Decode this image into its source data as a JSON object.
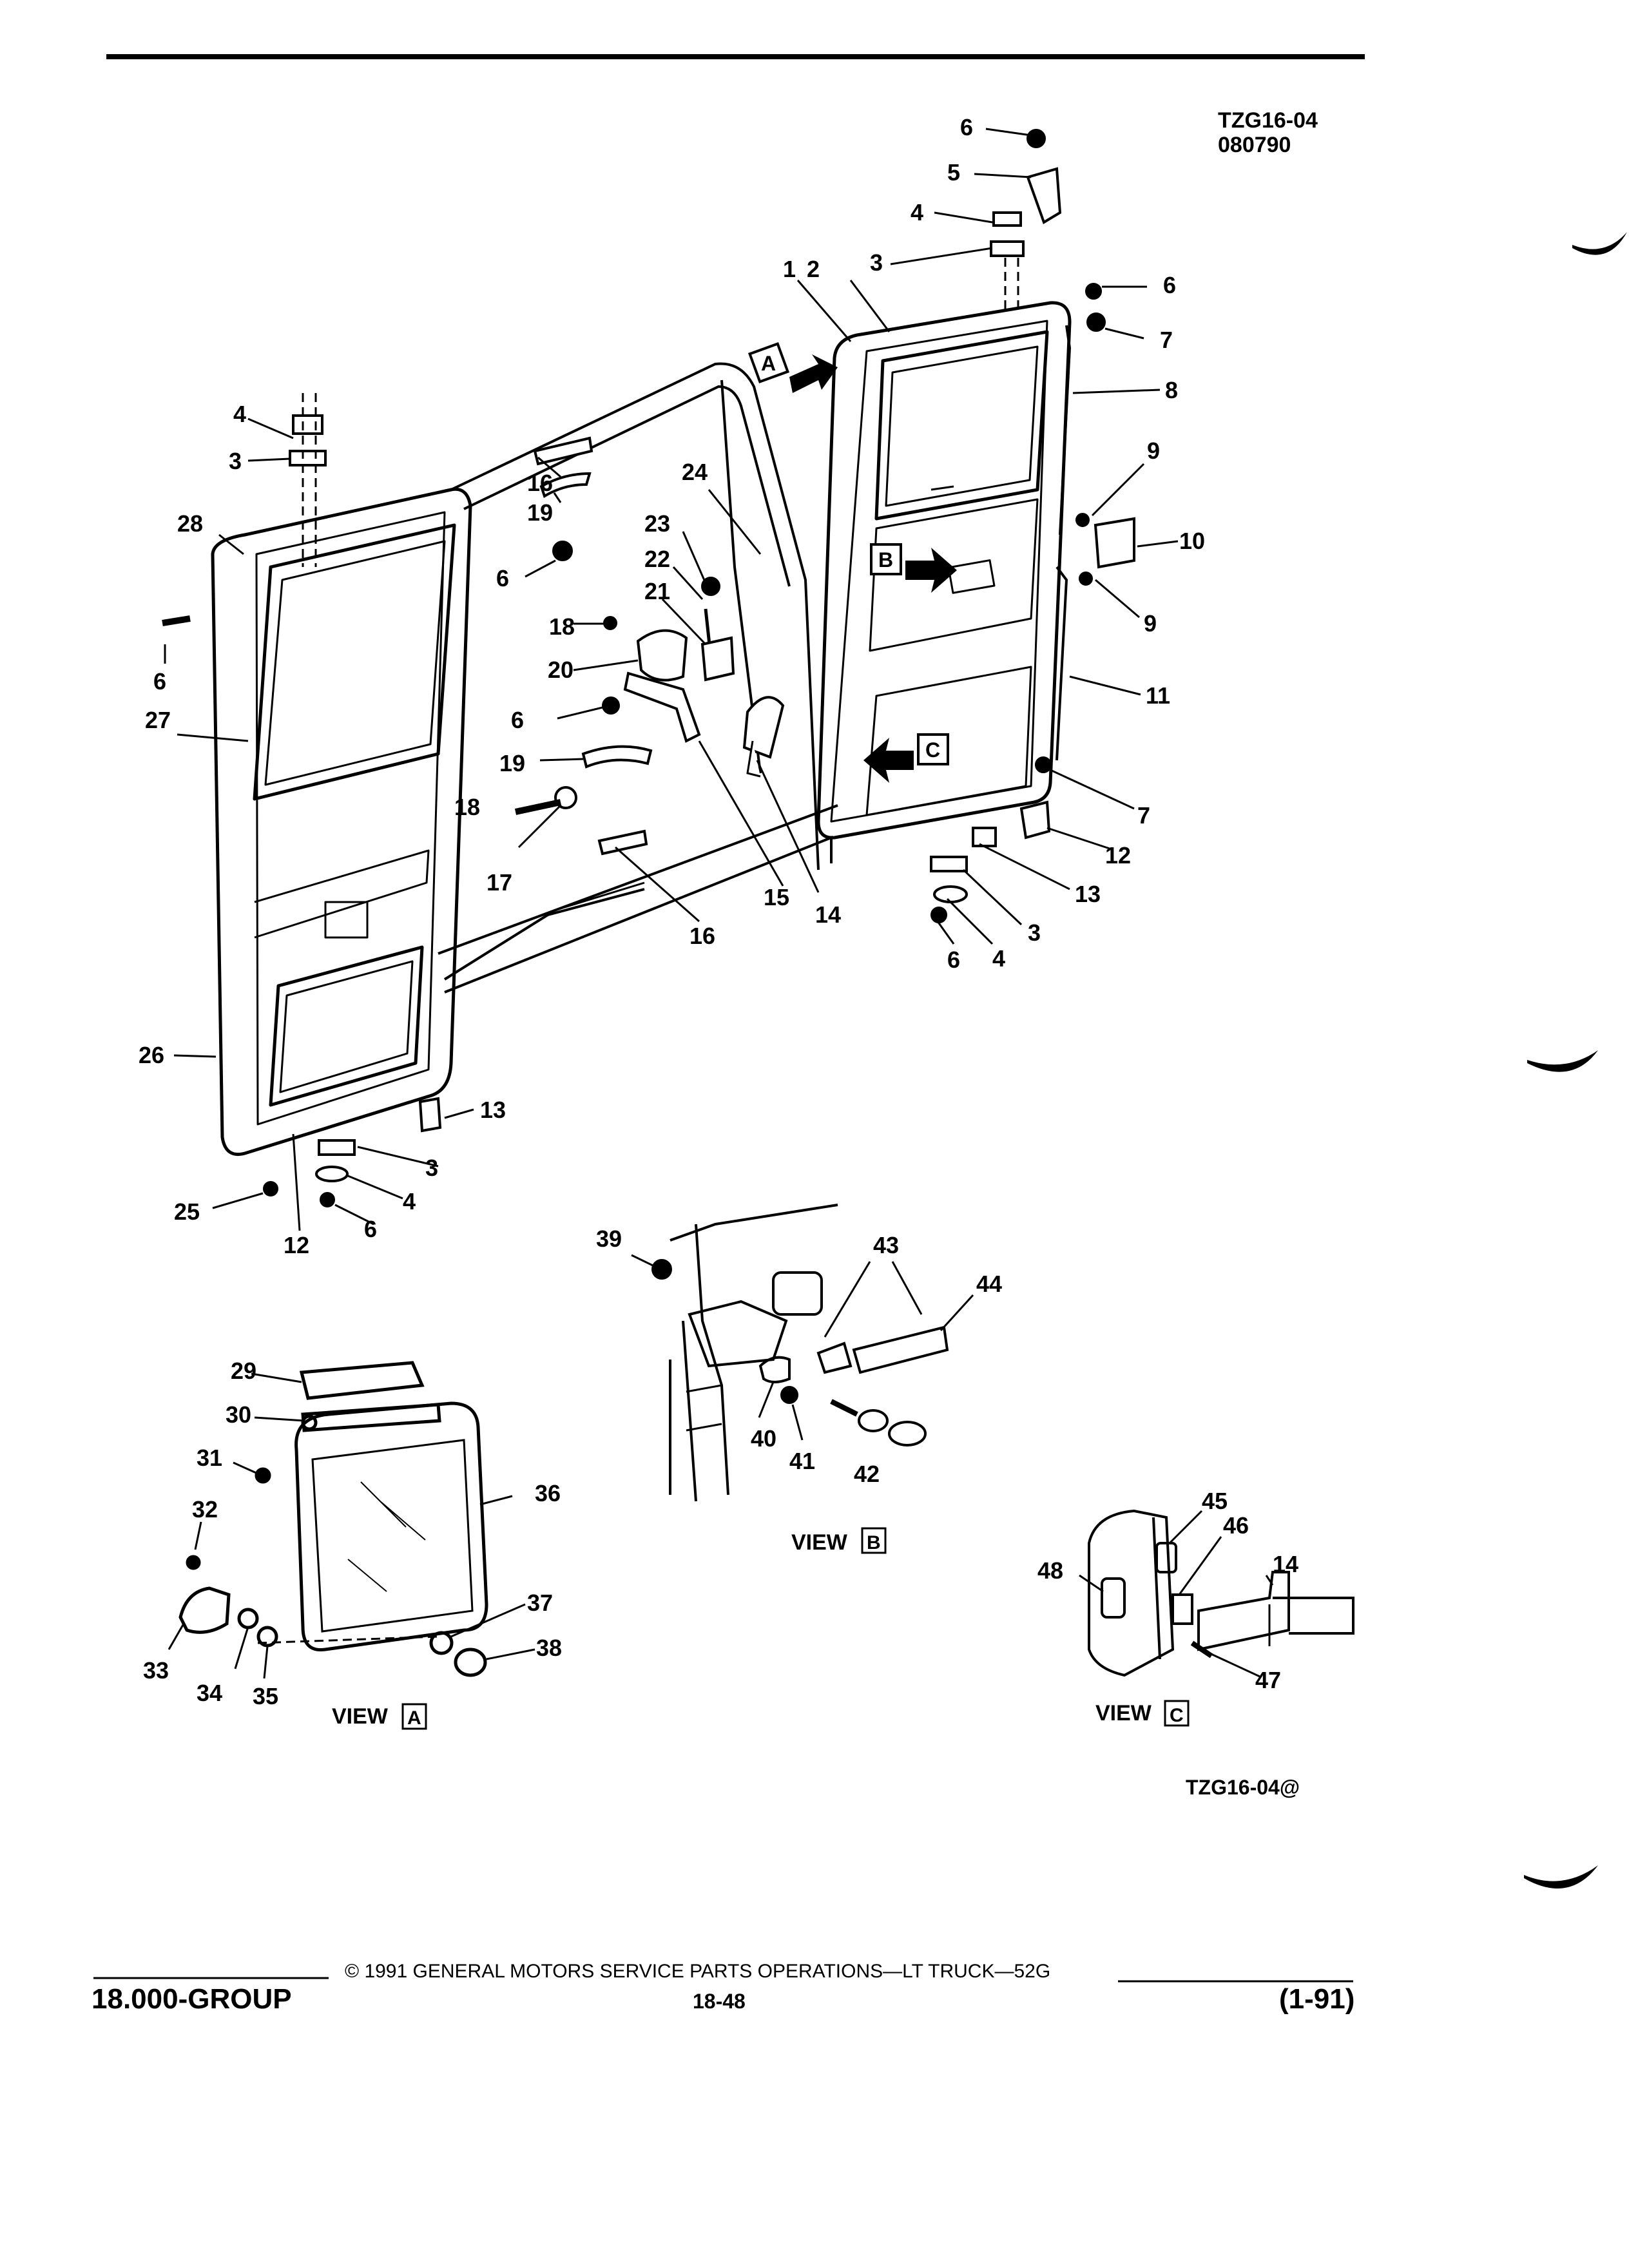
{
  "figure": {
    "id": "TZG16-04",
    "date_code": "080790",
    "footer_code": "TZG16-04@"
  },
  "views": {
    "a": {
      "label": "VIEW",
      "letter": "A"
    },
    "b": {
      "label": "VIEW",
      "letter": "B"
    },
    "c": {
      "label": "VIEW",
      "letter": "C"
    }
  },
  "view_markers": {
    "a": "A",
    "b": "B",
    "c": "C"
  },
  "callouts": [
    "1",
    "2",
    "3",
    "4",
    "5",
    "6",
    "7",
    "8",
    "9",
    "10",
    "11",
    "12",
    "13",
    "14",
    "15",
    "16",
    "17",
    "18",
    "19",
    "20",
    "21",
    "22",
    "23",
    "24",
    "25",
    "26",
    "27",
    "28",
    "29",
    "30",
    "31",
    "32",
    "33",
    "34",
    "35",
    "36",
    "37",
    "38",
    "39",
    "40",
    "41",
    "42",
    "43",
    "44",
    "45",
    "46",
    "47",
    "48"
  ],
  "footer": {
    "copyright": "© 1991 GENERAL MOTORS SERVICE PARTS OPERATIONS—LT TRUCK—52G",
    "group": "18.000-GROUP",
    "page": "18-48",
    "revision": "(1-91)"
  },
  "colors": {
    "ink": "#000000",
    "paper": "#ffffff"
  }
}
